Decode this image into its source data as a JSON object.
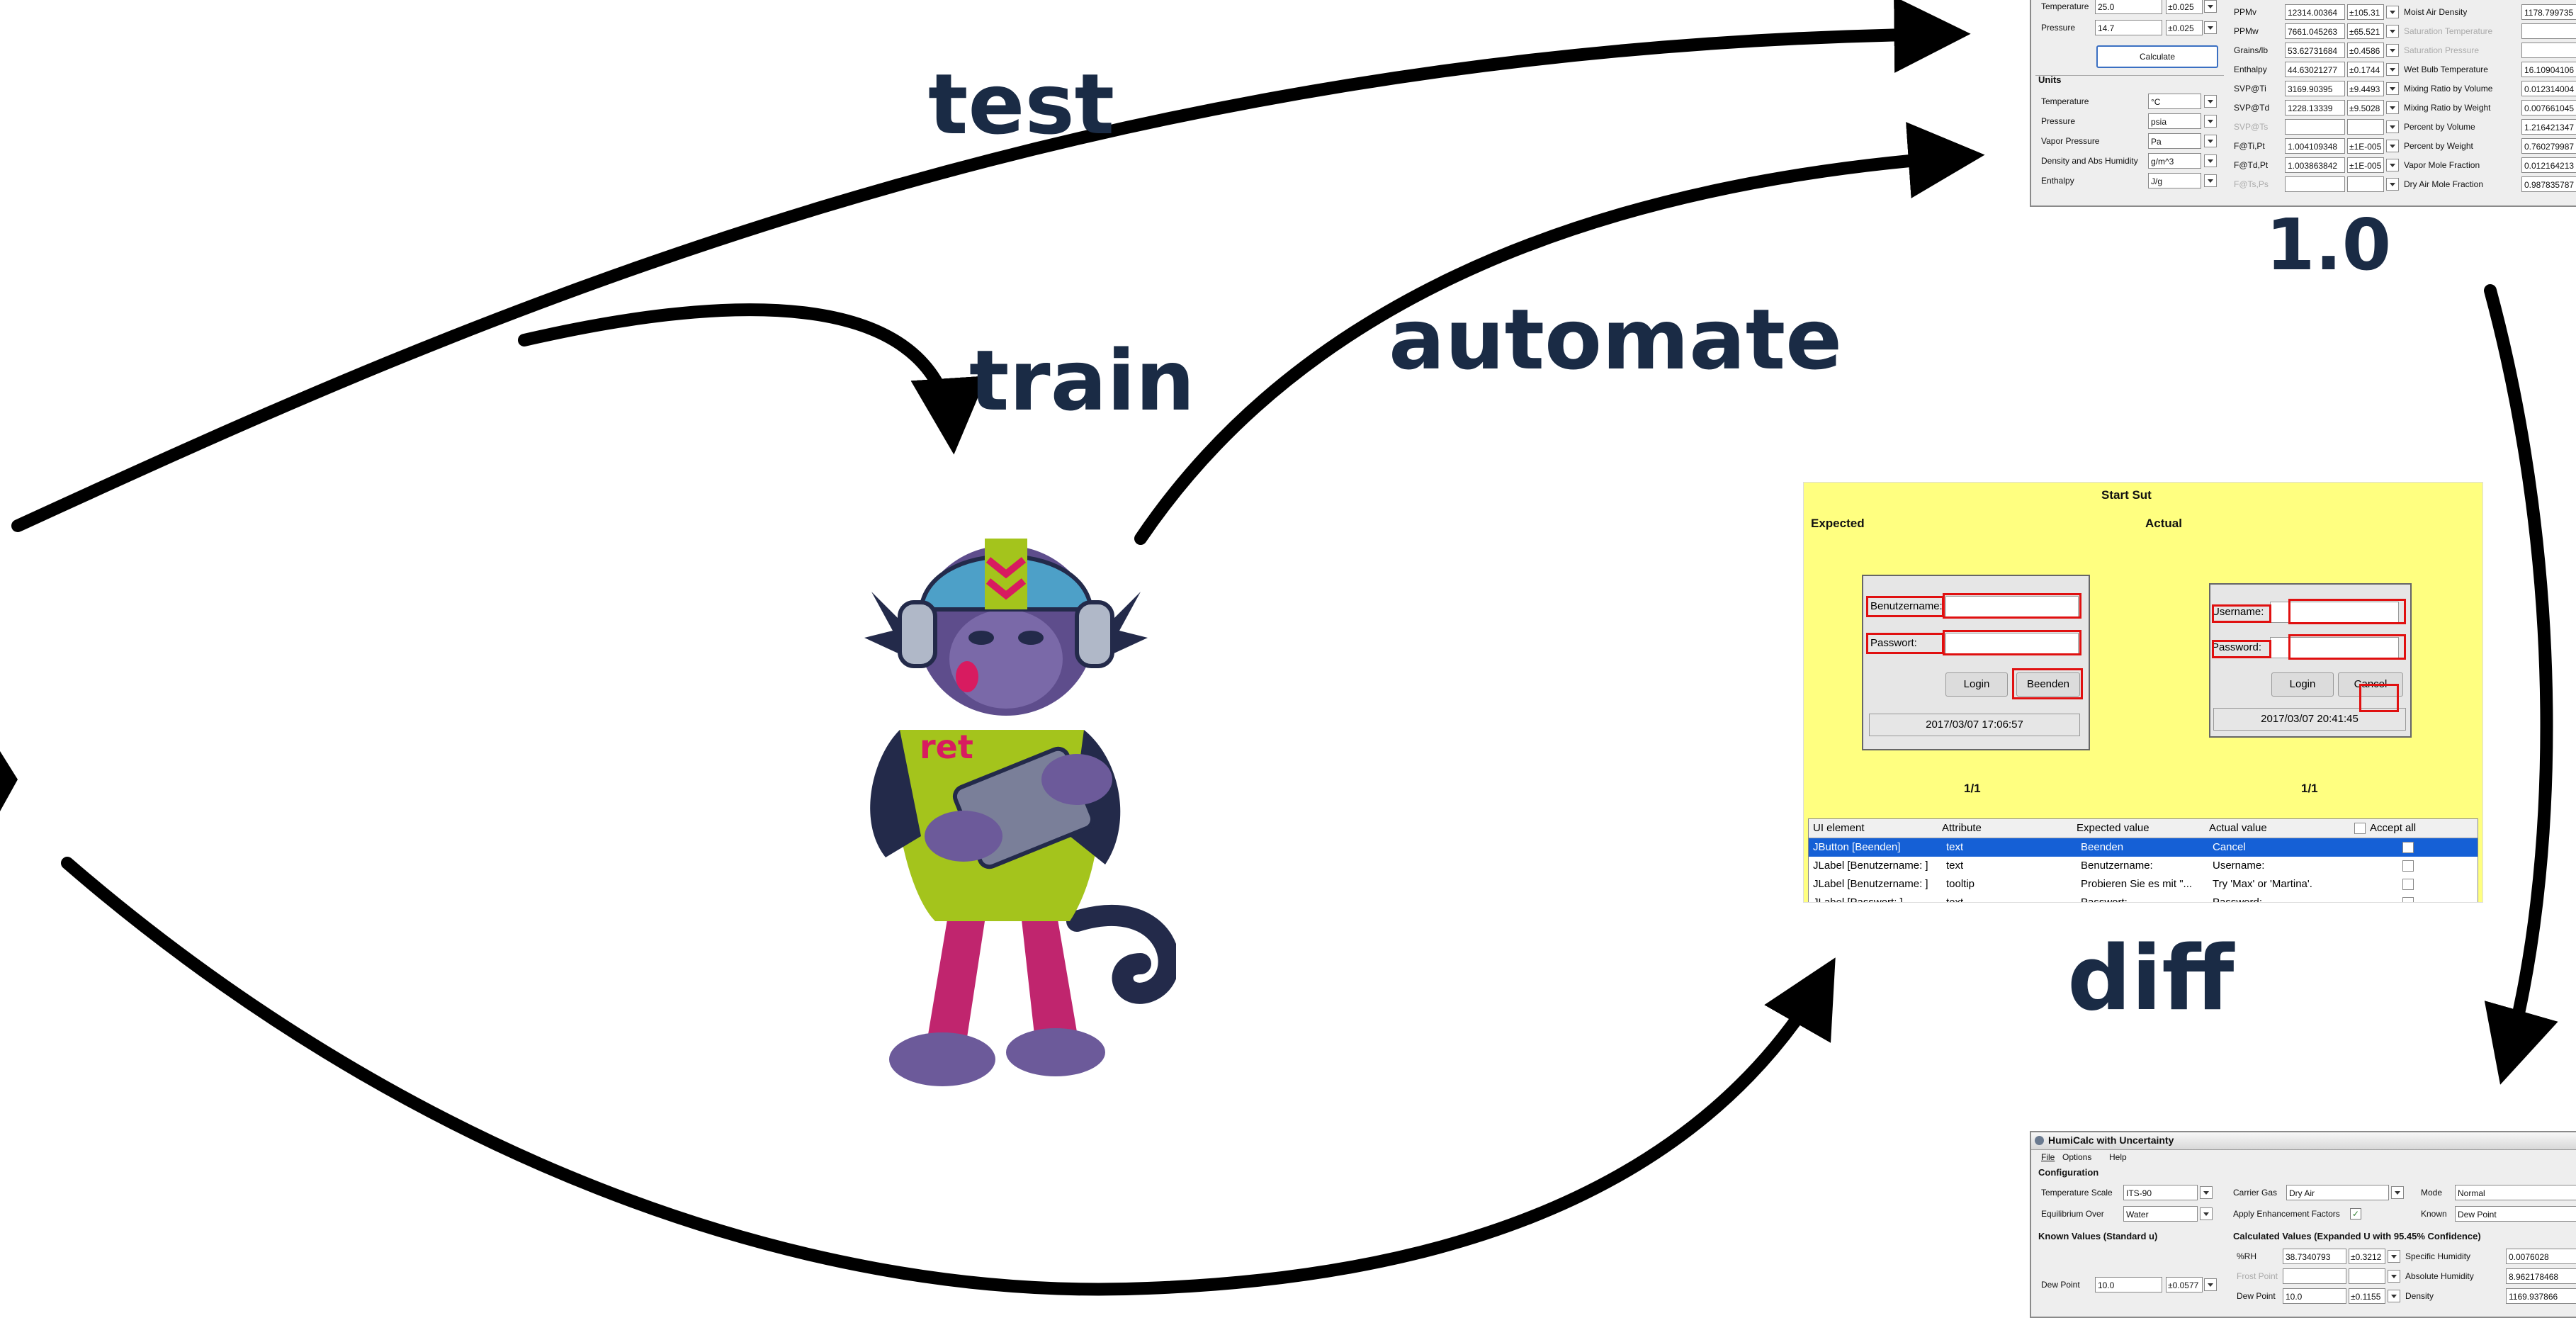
{
  "labels": {
    "test": "test",
    "train": "train",
    "automate": "automate",
    "version": "1.0",
    "diff": "diff"
  },
  "colors": {
    "label_text": "#1a2b45",
    "arrow": "#000000",
    "diff_bg": "#ffff80",
    "highlight_red": "#e01010",
    "selection_blue": "#1560d6"
  },
  "top_panel": {
    "known_rows": [
      {
        "label": "Temperature",
        "value": "25.0",
        "unc": "±0.025"
      },
      {
        "label": "Pressure",
        "value": "14.7",
        "unc": "±0.025"
      }
    ],
    "calculate_label": "Calculate",
    "units_heading": "Units",
    "unit_rows": [
      {
        "label": "Temperature",
        "value": "°C"
      },
      {
        "label": "Pressure",
        "value": "psia"
      },
      {
        "label": "Vapor Pressure",
        "value": "Pa"
      },
      {
        "label": "Density and Abs Humidity",
        "value": "g/m^3"
      },
      {
        "label": "Enthalpy",
        "value": "J/g"
      }
    ],
    "calc_rows": [
      {
        "label": "PPMv",
        "value": "12314.00364",
        "unc": "±105.31",
        "label2": "Moist Air Density",
        "value2": "1178.799735"
      },
      {
        "label": "PPMw",
        "value": "7661.045263",
        "unc": "±65.521",
        "label2": "Saturation Temperature",
        "value2": ""
      },
      {
        "label": "Grains/lb",
        "value": "53.62731684",
        "unc": "±0.4586",
        "label2": "Saturation Pressure",
        "value2": ""
      },
      {
        "label": "Enthalpy",
        "value": "44.63021277",
        "unc": "±0.1744",
        "label2": "Wet Bulb Temperature",
        "value2": "16.10904106"
      },
      {
        "label": "SVP@Ti",
        "value": "3169.90395",
        "unc": "±9.4493",
        "label2": "Mixing Ratio by Volume",
        "value2": "0.012314004"
      },
      {
        "label": "SVP@Td",
        "value": "1228.13339",
        "unc": "±9.5028",
        "label2": "Mixing Ratio by Weight",
        "value2": "0.007661045"
      },
      {
        "label": "SVP@Ts",
        "value": "",
        "unc": "",
        "label2": "Percent by Volume",
        "value2": "1.216421347"
      },
      {
        "label": "F@Ti,Pt",
        "value": "1.004109348",
        "unc": "±1E-005",
        "label2": "Percent by Weight",
        "value2": "0.760279987"
      },
      {
        "label": "F@Td,Pt",
        "value": "1.003863842",
        "unc": "±1E-005",
        "label2": "Vapor Mole Fraction",
        "value2": "0.012164213"
      },
      {
        "label": "F@Ts,Ps",
        "value": "",
        "unc": "",
        "label2": "Dry Air Mole Fraction",
        "value2": "0.987835787"
      }
    ]
  },
  "bottom_panel": {
    "title": "HumiCalc with Uncertainty",
    "menu": [
      "File",
      "Options",
      "Help"
    ],
    "config_heading": "Configuration",
    "temp_scale_label": "Temperature Scale",
    "temp_scale_value": "ITS-90",
    "carrier_gas_label": "Carrier Gas",
    "carrier_gas_value": "Dry Air",
    "mode_label": "Mode",
    "mode_value": "Normal",
    "equilibrium_label": "Equilibrium Over",
    "equilibrium_value": "Water",
    "enhancement_label": "Apply Enhancement Factors",
    "known_label": "Known",
    "known_value": "Dew Point",
    "known_values_heading": "Known Values (Standard u)",
    "calc_heading": "Calculated Values (Expanded U with 95.45% Confidence)",
    "dew_point_label": "Dew Point",
    "dew_point_value": "10.0",
    "dew_point_unc": "±0.0577",
    "calc_rows": [
      {
        "label": "%RH",
        "value": "38.7340793",
        "unc": "±0.3212",
        "label2": "Specific Humidity",
        "value2": "0.0076028"
      },
      {
        "label": "Frost Point",
        "value": "",
        "unc": "",
        "label2": "Absolute Humidity",
        "value2": "8.962178468"
      },
      {
        "label": "Dew Point",
        "value": "10.0",
        "unc": "±0.1155",
        "label2": "Density",
        "value2": "1169.937866"
      }
    ]
  },
  "diff_panel": {
    "title": "Start Sut",
    "expected_label": "Expected",
    "actual_label": "Actual",
    "expected": {
      "user_label": "Benutzername:",
      "pass_label": "Passwort:",
      "login": "Login",
      "quit": "Beenden",
      "timestamp": "2017/03/07 17:06:57",
      "pager": "1/1"
    },
    "actual": {
      "user_label": "Username:",
      "pass_label": "Password:",
      "login": "Login",
      "quit": "Cancel",
      "timestamp": "2017/03/07 20:41:45",
      "pager": "1/1"
    },
    "table": {
      "headers": [
        "UI element",
        "Attribute",
        "Expected value",
        "Actual value",
        "Accept all"
      ],
      "rows": [
        [
          "JButton [Beenden]",
          "text",
          "Beenden",
          "Cancel"
        ],
        [
          "JLabel [Benutzername: ]",
          "text",
          "Benutzername:",
          "Username:"
        ],
        [
          "JLabel [Benutzername: ]",
          "tooltip",
          "Probieren Sie es mit \"...",
          "Try 'Max' or 'Martina'."
        ],
        [
          "JLabel [Passwort: ]",
          "text",
          "Passwort:",
          "Password:"
        ]
      ]
    }
  },
  "mascot": {
    "shirt_text": "ret"
  }
}
